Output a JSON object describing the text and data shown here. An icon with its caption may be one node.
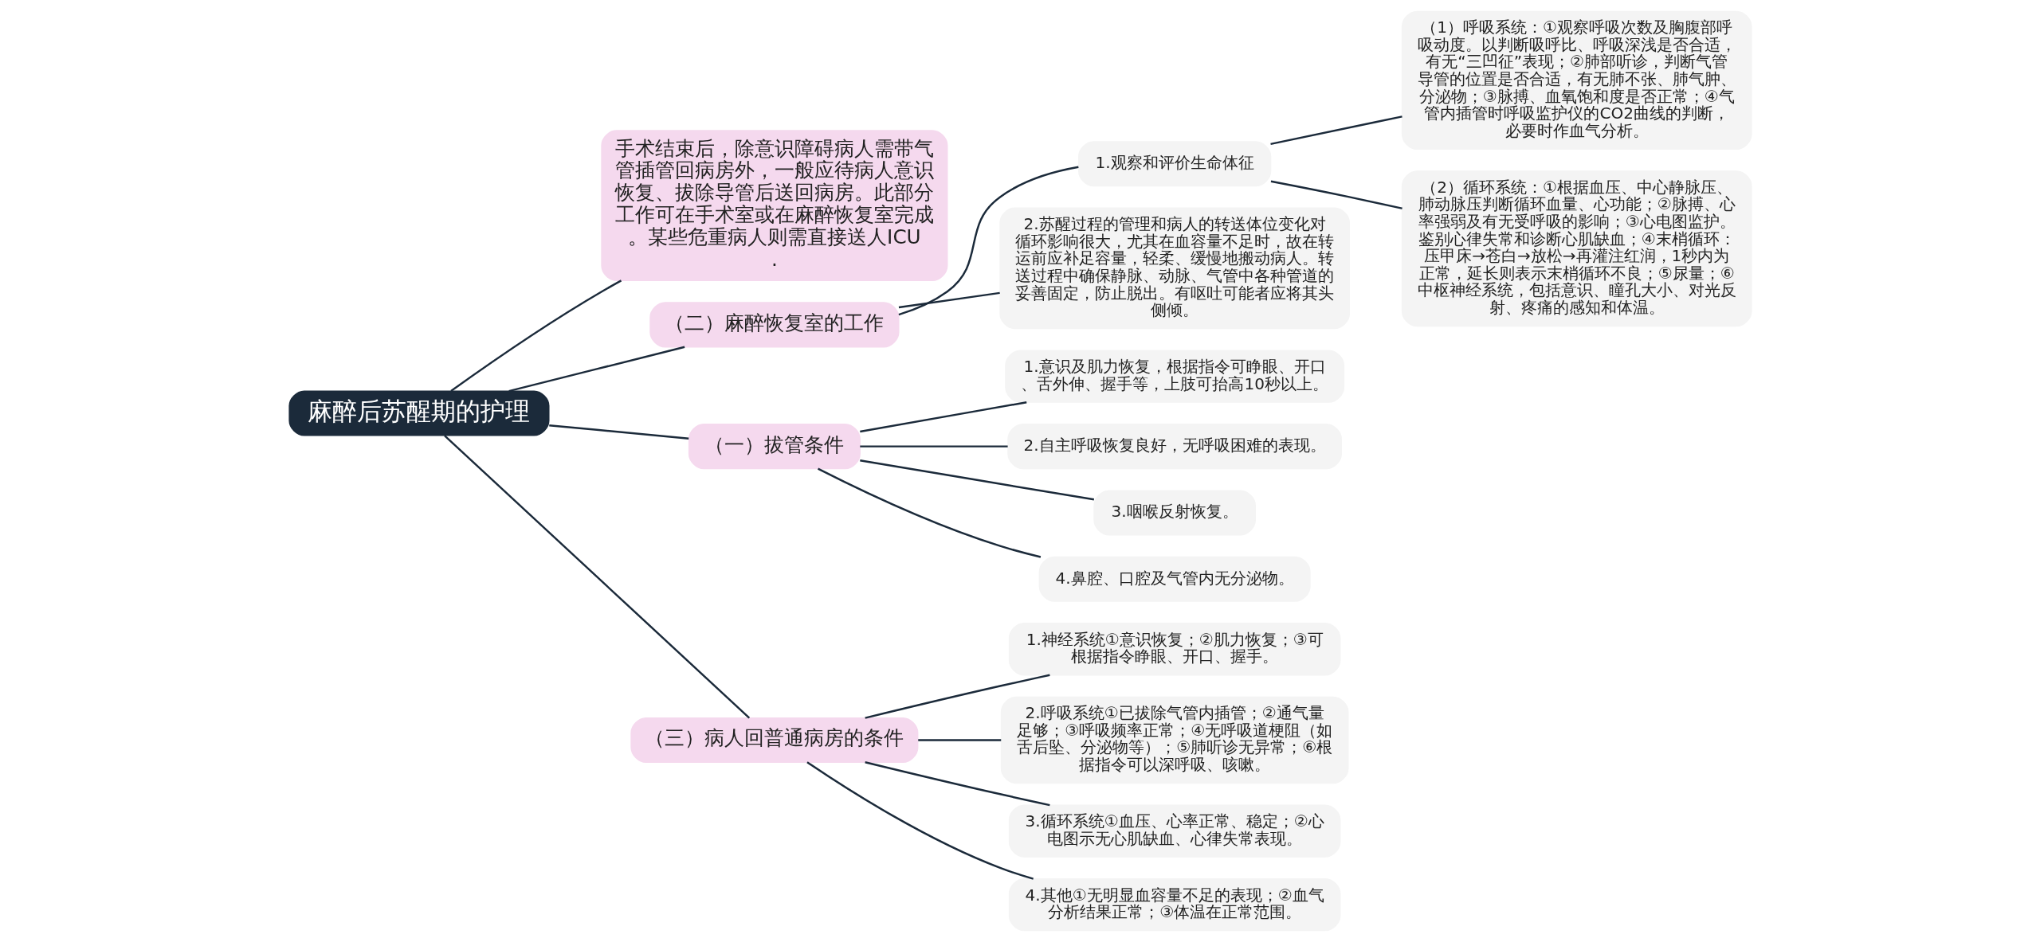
{
  "diagram": {
    "nodes": [
      {
        "text": [
          "麻醉后苏醒期的护理"
        ]
      },
      {
        "text": [
          "手术结束后，除意识障碍病人需带气管插管回病房外，一般应待病人意识恢复、拔除导管后送回病房。此部分工作可在手术室或在麻醉恢复室完成。某些危重病人则需直接送人ICU."
        ]
      },
      {
        "text": [
          "（二）麻醉恢复室的工作"
        ]
      },
      {
        "text": [
          "1.观察和评价生命体征"
        ]
      },
      {
        "text": [
          "（1）呼吸系统：①观察呼吸次数及胸腹部呼吸动度。以判断吸呼比、呼吸深浅是否合适，有无“三凹征”表现；②肺部听诊，判断气管导管的位置是否合适，有无肺不张、肺气肿、分泌物；③脉搏、血氧饱和度是否正常；④气管内插管时呼吸监护仪的CO2曲线的判断，必要时作血气分析。"
        ]
      },
      {
        "text": [
          "（2）循环系统：①根据血压、中心静脉压、肺动脉压判断循环血量、心功能；②脉搏、心率强弱及有无受呼吸的影响；③心电图监护。鉴别心律失常和诊断心肌缺血；④末梢循环：压甲床→苍白→放松→再灌注红润，1秒内为正常，延长则表示末梢循环不良；⑤尿量；⑥中枢神经系统，包括意识、瞳孔大小、对光反射、疼痛的感知和体温。"
        ]
      },
      {
        "text": [
          "2.苏醒过程的管理和病人的转送体位变化对循环影响很大，尤其在血容量不足时，故在转运前应补足容量，轻柔、缓慢地搬动病人。转送过程中确保静脉、动脉、气管中各种管道的妥善固定，防止脱出。有呕吐可能者应将其头侧倾。"
        ]
      },
      {
        "text": [
          "（一）拔管条件"
        ]
      },
      {
        "text": [
          "1.意识及肌力恢复，根据指令可睁眼、开口、舌外伸、握手等，上肢可抬高10秒以上。"
        ]
      },
      {
        "text": [
          "2.自主呼吸恢复良好，无呼吸困难的表现。"
        ]
      },
      {
        "text": [
          "3.咽喉反射恢复。"
        ]
      },
      {
        "text": [
          "4.鼻腔、口腔及气管内无分泌物。"
        ]
      },
      {
        "text": [
          "（三）病人回普通病房的条件"
        ]
      },
      {
        "text": [
          "1.神经系统①意识恢复；②肌力恢复；③可根据指令睁眼、开口、握手。"
        ]
      },
      {
        "text": [
          "2.呼吸系统①已拔除气管内插管；②通气量足够；③呼吸频率正常；④无呼吸道梗阻（如舌后坠、分泌物等）；⑤肺听诊无异常；⑥根据指令可以深呼吸、咳嗽。"
        ]
      },
      {
        "text": [
          "3.循环系统①血压、心率正常、稳定；②心电图示无心肌缺血、心律失常表现。"
        ]
      },
      {
        "text": [
          "4.其他①无明显血容量不足的表现；②血气分析结果正常；③体温在正常范围。"
        ]
      }
    ],
    "edges": [
      {
        "from": 0,
        "to": 1,
        "arrow": "none"
      },
      {
        "from": 0,
        "to": 2,
        "arrow": "none"
      },
      {
        "from": 2,
        "to": 3,
        "arrow": "none"
      },
      {
        "from": 3,
        "to": 4,
        "arrow": "none"
      },
      {
        "from": 3,
        "to": 5,
        "arrow": "none"
      },
      {
        "from": 2,
        "to": 6,
        "arrow": "none"
      },
      {
        "from": 0,
        "to": 7,
        "arrow": "none"
      },
      {
        "from": 7,
        "to": 8,
        "arrow": "none"
      },
      {
        "from": 7,
        "to": 9,
        "arrow": "none"
      },
      {
        "from": 7,
        "to": 10,
        "arrow": "none"
      },
      {
        "from": 7,
        "to": 11,
        "arrow": "none"
      },
      {
        "from": 0,
        "to": 12,
        "arrow": "none"
      },
      {
        "from": 12,
        "to": 13,
        "arrow": "none"
      },
      {
        "from": 12,
        "to": 14,
        "arrow": "none"
      },
      {
        "from": 12,
        "to": 15,
        "arrow": "none"
      },
      {
        "from": 12,
        "to": 16,
        "arrow": "none"
      }
    ]
  }
}
